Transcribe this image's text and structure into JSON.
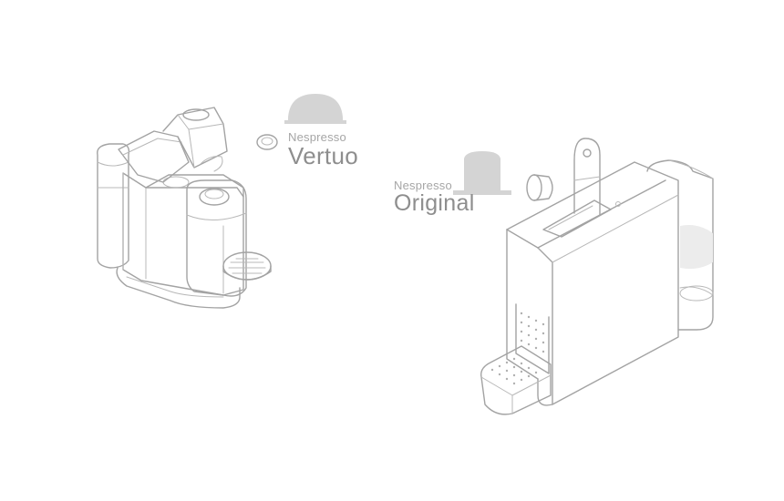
{
  "vertuo": {
    "brand": "Nespresso",
    "system": "Vertuo",
    "capsule_icon": "dome-capsule-icon",
    "machine_icon": "vertuo-machine-icon"
  },
  "original": {
    "brand": "Nespresso",
    "system": "Original",
    "capsule_icon": "cone-capsule-icon",
    "machine_icon": "original-machine-icon"
  },
  "colors": {
    "line": "#a3a3a3",
    "capsule_fill": "#d4d4d4",
    "label": "#8e8e8e",
    "background": "#ffffff"
  }
}
